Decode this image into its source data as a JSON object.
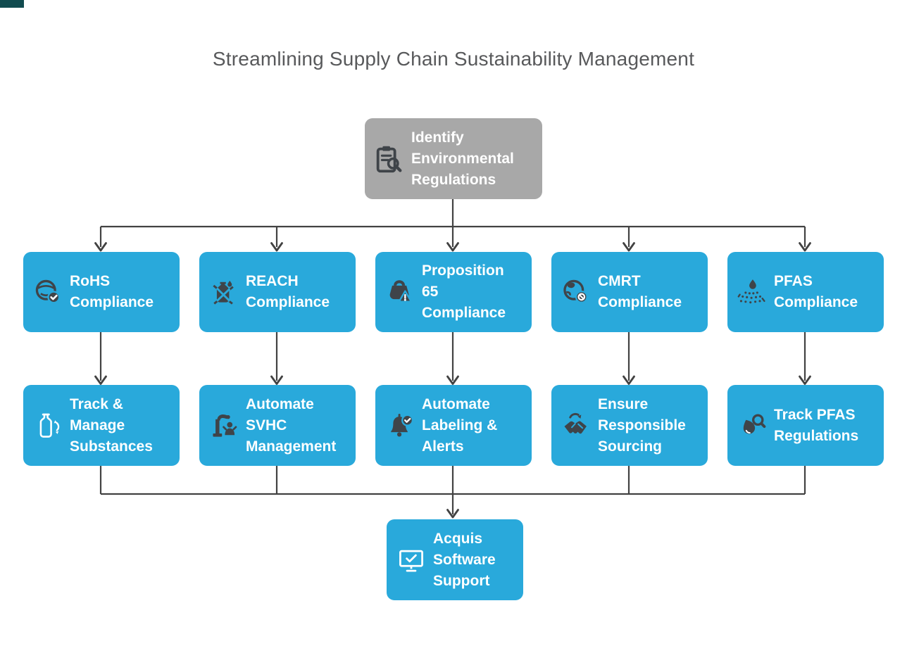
{
  "title": "Streamlining Supply Chain Sustainability Management",
  "colors": {
    "accent": "#29A9DB",
    "root_gray": "#A8A8A8",
    "icon_dark": "#3F4449",
    "connector": "#424242",
    "title_text": "#58595B",
    "corner_accent": "#114B4F",
    "node_text": "#FFFFFF"
  },
  "nodes": {
    "root": {
      "label": "Identify Environmental Regulations",
      "icon": "clipboard-search-icon"
    },
    "row1": [
      {
        "label": "RoHS Compliance",
        "icon": "globe-check-icon"
      },
      {
        "label": "REACH Compliance",
        "icon": "chemical-bottle-x-icon"
      },
      {
        "label": "Proposition 65 Compliance",
        "icon": "weight-warning-icon"
      },
      {
        "label": "CMRT Compliance",
        "icon": "globe-prohibited-icon"
      },
      {
        "label": "PFAS Compliance",
        "icon": "droplet-spray-icon"
      }
    ],
    "row2": [
      {
        "label": "Track & Manage Substances",
        "icon": "bottle-refresh-icon"
      },
      {
        "label": "Automate SVHC Management",
        "icon": "robotic-arm-person-icon"
      },
      {
        "label": "Automate Labeling & Alerts",
        "icon": "bell-check-icon"
      },
      {
        "label": "Ensure Responsible Sourcing",
        "icon": "handshake-icon"
      },
      {
        "label": "Track PFAS Regulations",
        "icon": "droplet-magnifier-icon"
      }
    ],
    "footer": {
      "label": "Acquis Software Support",
      "icon": "monitor-check-icon"
    }
  }
}
